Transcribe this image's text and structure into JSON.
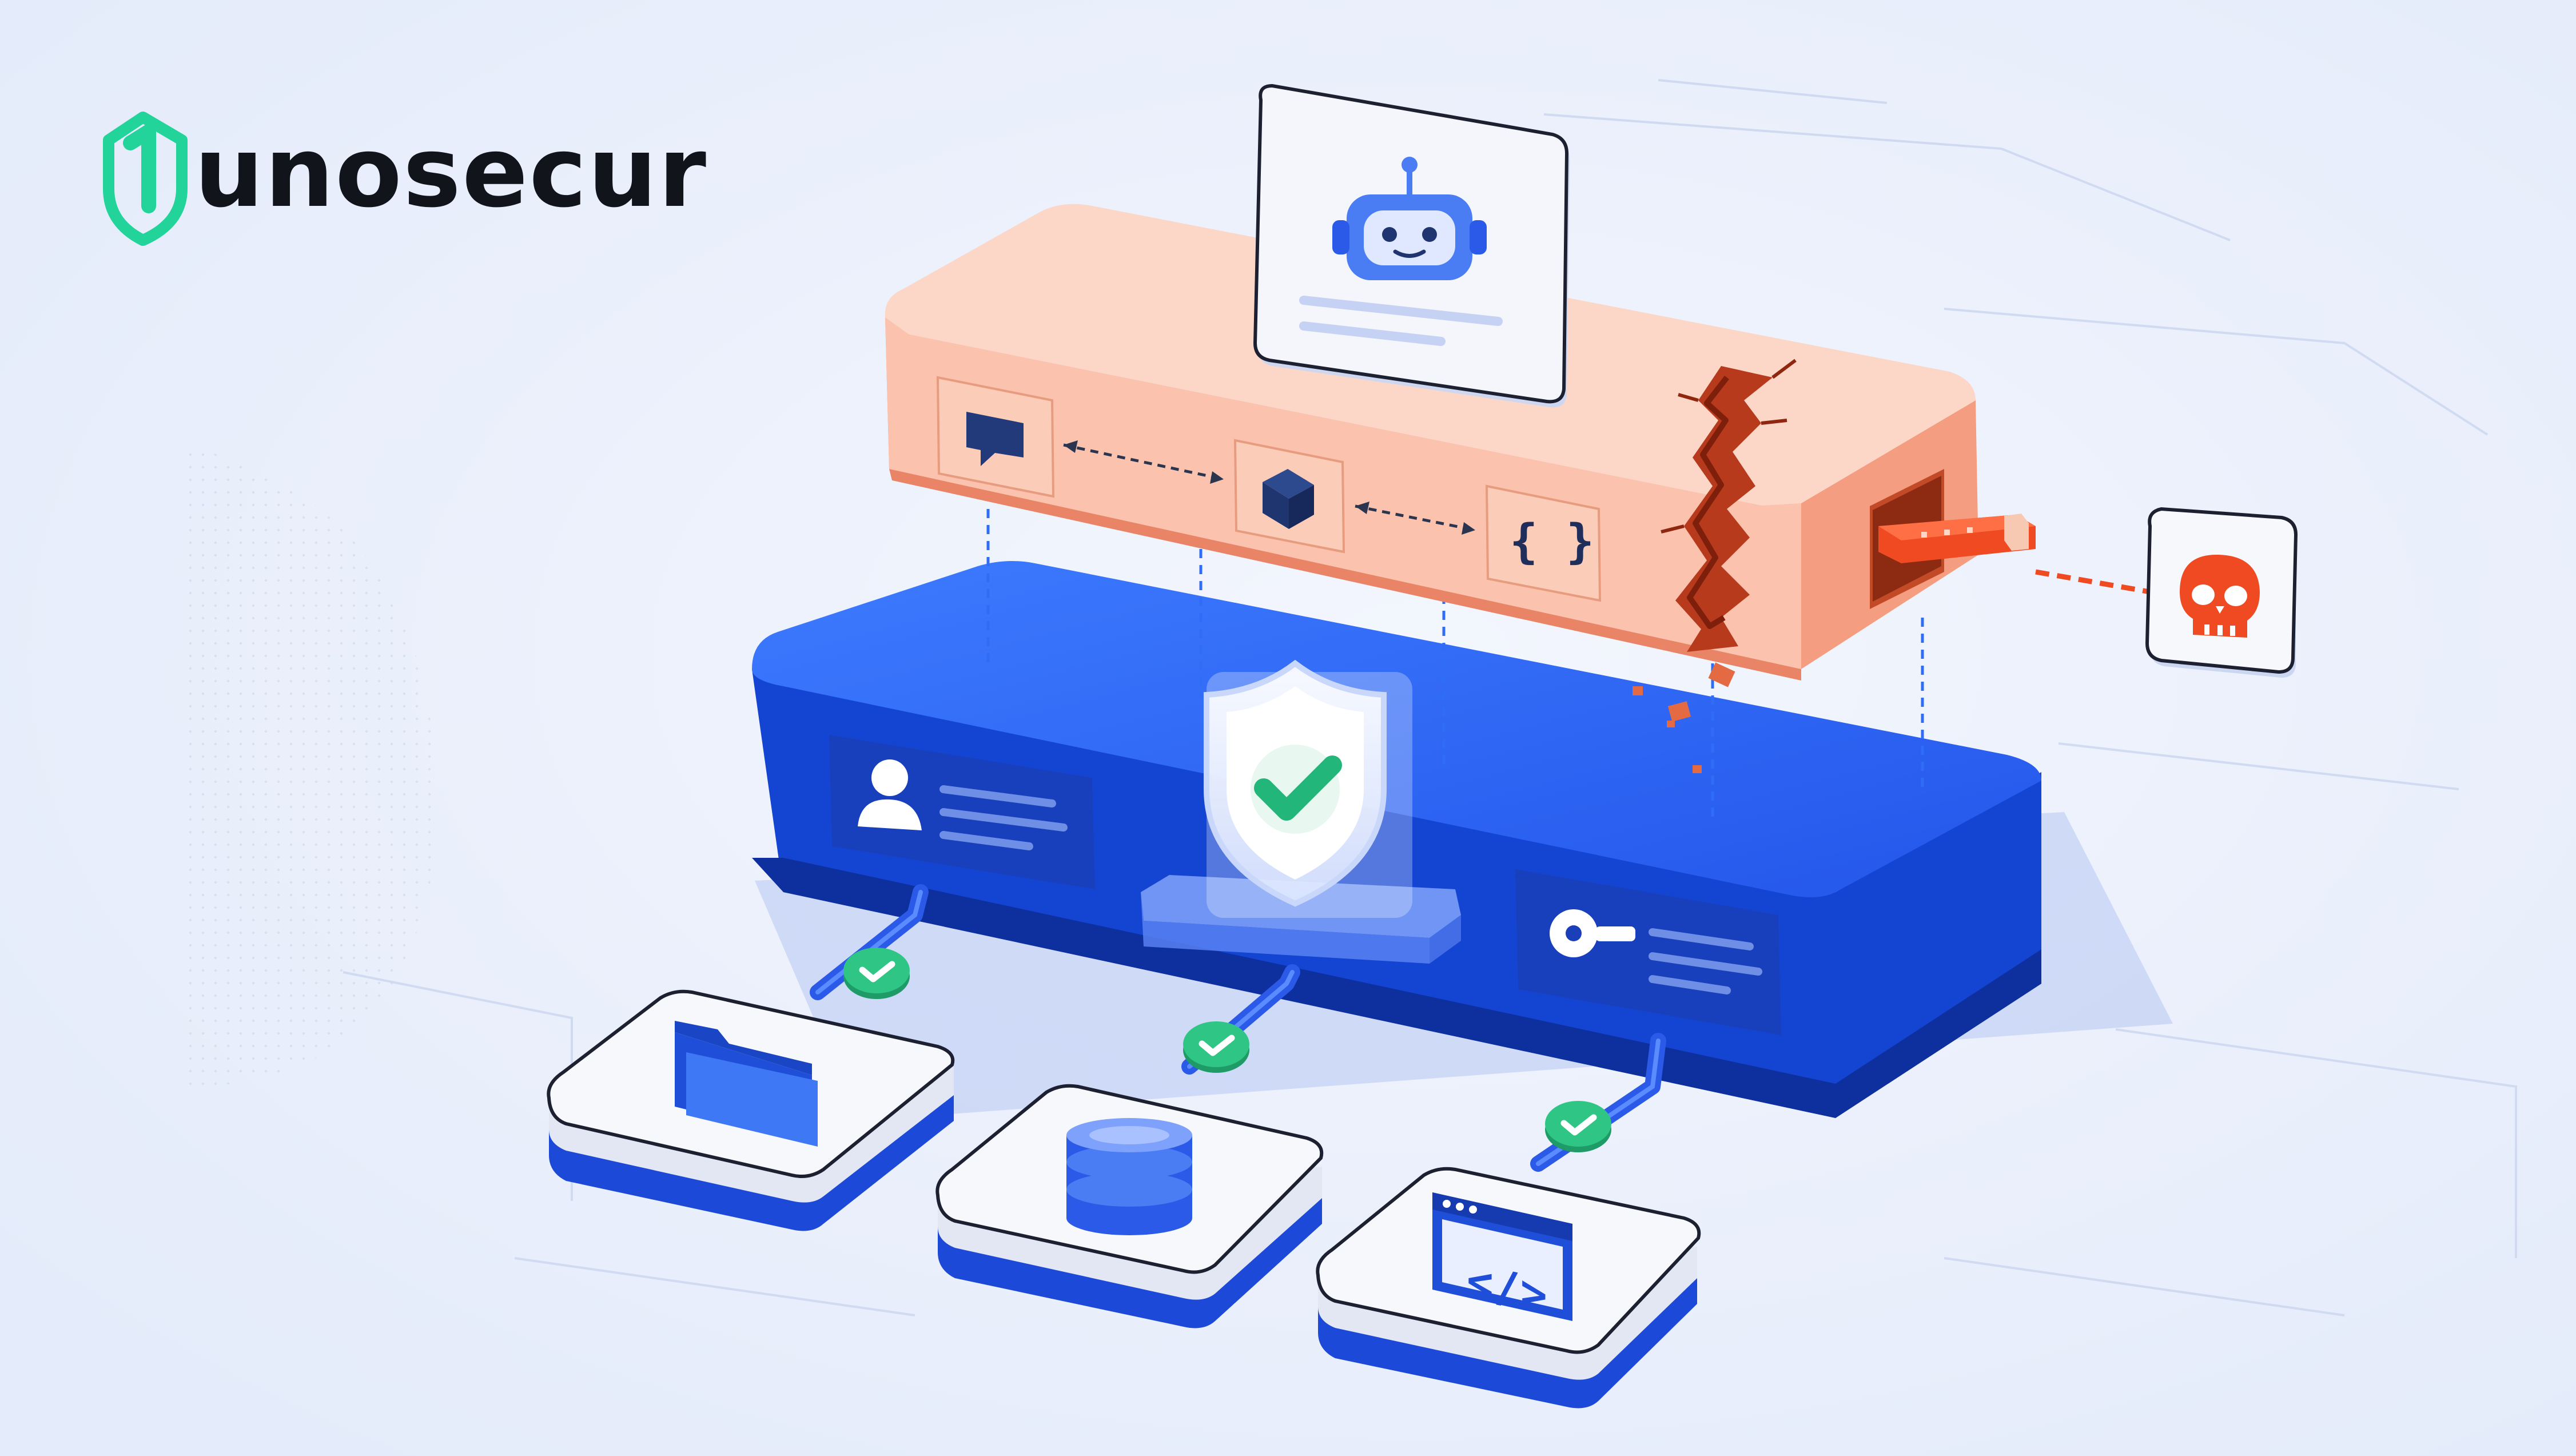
{
  "brand": {
    "name": "unosecur",
    "logo_glyph": "1",
    "logo_color": "#22d39a",
    "text_color": "#12141c"
  },
  "colors": {
    "background": "#e8eefb",
    "ai_layer_top": "#fcd7c8",
    "ai_layer_side": "#f6a78c",
    "ai_layer_edge": "#e98466",
    "security_layer_top": "#2f6df6",
    "security_layer_side": "#1548d6",
    "security_layer_dark": "#0f35b0",
    "check_green": "#23b67a",
    "threat_red": "#ef4a22",
    "card_white": "#f4f6fb"
  },
  "diagram": {
    "top_layer": {
      "role": "ai-application-layer",
      "cards": [
        {
          "icon": "ai-bot-icon"
        },
        {
          "icon": "chat-icon"
        },
        {
          "icon": "cube-icon"
        },
        {
          "icon": "code-braces-icon",
          "glyph": "{ }"
        }
      ],
      "status": "cracked"
    },
    "threat": {
      "icons": [
        "malicious-usb-icon",
        "skull-icon"
      ]
    },
    "middle_layer": {
      "role": "identity-security-layer",
      "panels": [
        {
          "icon": "user-icon"
        },
        {
          "icon": "shield-check-icon"
        },
        {
          "icon": "key-icon"
        }
      ]
    },
    "resources": [
      {
        "icon": "folder-icon",
        "status": "verified"
      },
      {
        "icon": "database-icon",
        "status": "verified"
      },
      {
        "icon": "code-window-icon",
        "glyph": "</>",
        "status": "verified"
      }
    ]
  }
}
